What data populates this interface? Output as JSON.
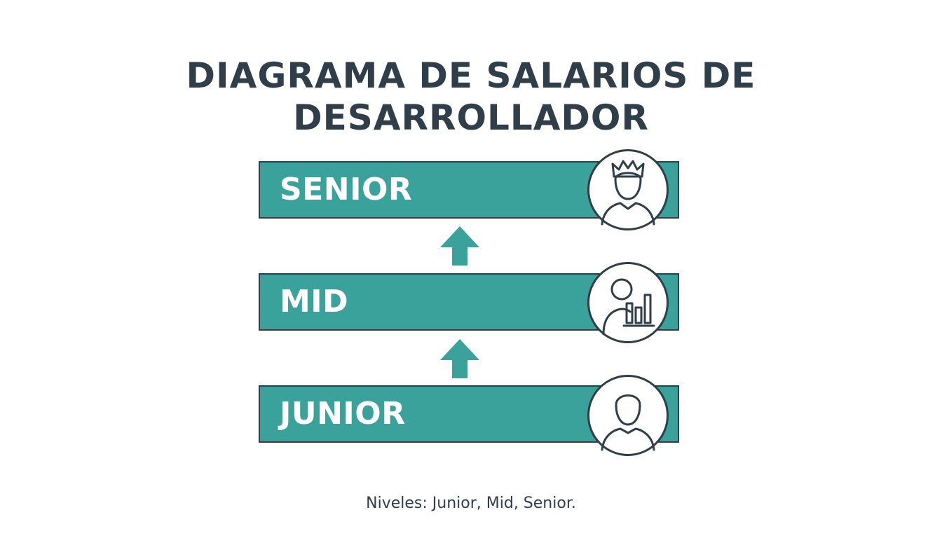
{
  "title": {
    "line1": "DIAGRAMA DE SALARIOS DE",
    "line2": "DESARROLLADOR"
  },
  "levels": [
    {
      "label": "SENIOR",
      "icon": "crowned-person-icon"
    },
    {
      "label": "MID",
      "icon": "person-with-bar-chart-icon"
    },
    {
      "label": "JUNIOR",
      "icon": "person-icon"
    }
  ],
  "caption": "Niveles: Junior, Mid, Senior.",
  "colors": {
    "bar_fill": "#3aa19b",
    "outline": "#2f3e48",
    "text_dark": "#2f3e48",
    "text_light": "#ffffff"
  }
}
